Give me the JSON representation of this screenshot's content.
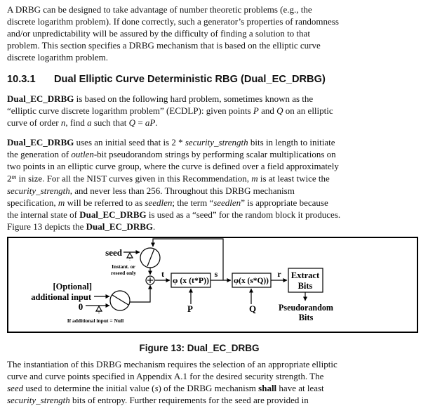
{
  "colors": {
    "background": "#ffffff",
    "text": "#111111",
    "line": "#000000"
  },
  "doc": {
    "p1": [
      [
        {
          "t": "A DRBG can be designed to take advantage of number theoretic problems (e.g., the"
        }
      ],
      [
        {
          "t": "discrete logarithm problem). If done correctly, such a generator’s properties of randomness"
        }
      ],
      [
        {
          "t": "and/or unpredictability will be assured by the difficulty of finding a solution to that"
        }
      ],
      [
        {
          "t": "problem. This section specifies a DRBG mechanism that is based on the elliptic curve"
        }
      ],
      [
        {
          "t": "discrete logarithm problem."
        }
      ]
    ],
    "heading": {
      "number": "10.3.1",
      "title": "Dual Elliptic Curve Deterministic RBG (Dual_EC_DRBG)"
    },
    "p2": [
      [
        {
          "t": "Dual_EC_DRBG",
          "s": "b"
        },
        {
          "t": " is based on the following hard problem, sometimes known as the"
        }
      ],
      [
        {
          "t": "“elliptic curve discrete logarithm problem” (ECDLP): given points "
        },
        {
          "t": "P",
          "s": "i"
        },
        {
          "t": " and "
        },
        {
          "t": "Q",
          "s": "i"
        },
        {
          "t": " on an elliptic"
        }
      ],
      [
        {
          "t": "curve of order "
        },
        {
          "t": "n",
          "s": "i"
        },
        {
          "t": ", find "
        },
        {
          "t": "a",
          "s": "i"
        },
        {
          "t": " such that "
        },
        {
          "t": "Q",
          "s": "i"
        },
        {
          "t": " = "
        },
        {
          "t": "aP",
          "s": "i"
        },
        {
          "t": "."
        }
      ]
    ],
    "p3": [
      [
        {
          "t": "Dual_EC_DRBG",
          "s": "b"
        },
        {
          "t": " uses an initial seed that is 2 * "
        },
        {
          "t": "security_strength",
          "s": "i"
        },
        {
          "t": " bits in length to initiate"
        }
      ],
      [
        {
          "t": "the generation of "
        },
        {
          "t": "outlen",
          "s": "i"
        },
        {
          "t": "-bit pseudorandom strings by performing scalar multiplications on"
        }
      ],
      [
        {
          "t": "two points in an elliptic curve group, where the curve is defined over a field approximately"
        }
      ],
      [
        {
          "t": "2"
        },
        {
          "t": "m",
          "s": "supi"
        },
        {
          "t": " in size. For all the NIST curves given in this Recommendation, "
        },
        {
          "t": "m",
          "s": "i"
        },
        {
          "t": " is at least twice the"
        }
      ],
      [
        {
          "t": "security_strength",
          "s": "i"
        },
        {
          "t": ", and never less than 256. Throughout this DRBG mechanism"
        }
      ],
      [
        {
          "t": "specification, "
        },
        {
          "t": "m",
          "s": "i"
        },
        {
          "t": " will be referred to as "
        },
        {
          "t": "seedlen",
          "s": "i"
        },
        {
          "t": "; the term “"
        },
        {
          "t": "seedlen",
          "s": "i"
        },
        {
          "t": "” is appropriate because"
        }
      ],
      [
        {
          "t": "the internal state of "
        },
        {
          "t": "Dual_EC_DRBG",
          "s": "b"
        },
        {
          "t": " is used as a “seed” for the random block it produces."
        }
      ],
      [
        {
          "t": "Figure 13 depicts the "
        },
        {
          "t": "Dual_EC_DRBG",
          "s": "b"
        },
        {
          "t": "."
        }
      ]
    ],
    "caption": "Figure 13: Dual_EC_DRBG",
    "p4": [
      [
        {
          "t": "The instantiation of this DRBG mechanism requires the selection of an appropriate elliptic"
        }
      ],
      [
        {
          "t": "curve and curve points specified in Appendix A.1 for the desired security strength. The"
        }
      ],
      [
        {
          "t": "seed",
          "s": "i"
        },
        {
          "t": " used to determine the initial value ("
        },
        {
          "t": "s",
          "s": "i"
        },
        {
          "t": ") of the DRBG mechanism "
        },
        {
          "t": "shall",
          "s": "b"
        },
        {
          "t": " have at least"
        }
      ],
      [
        {
          "t": "security_strength",
          "s": "i"
        },
        {
          "t": " bits of entropy. Further requirements for the seed are provided in"
        }
      ]
    ],
    "fig": {
      "seed_label": "seed",
      "seed_note_1": "Instant. or",
      "seed_note_2": "reseed only",
      "optional_label": "[Optional]",
      "additional_input_label": "additional input",
      "zero_label": "0",
      "null_note": "If additional input = Null",
      "t_label": "t",
      "s_label": "s",
      "r_label": "r",
      "p_label": "P",
      "q_label": "Q",
      "box1_label": "φ (x (t*P))",
      "box2_label": "φ(x (s*Q))",
      "box3_line1": "Extract",
      "box3_line2": "Bits",
      "out_line1": "Pseudorandom",
      "out_line2": "Bits"
    }
  }
}
